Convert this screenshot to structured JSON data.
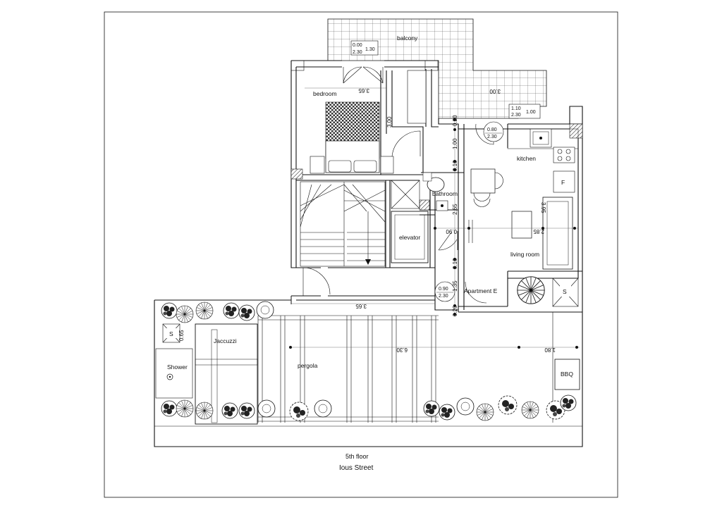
{
  "labels": {
    "balcony": "balcony",
    "bedroom": "bedroom",
    "kitchen": "kitchen",
    "bathroom": "bathroom",
    "elevator": "elevator",
    "living_room": "living room",
    "apartment": "Apartment E",
    "jaccuzzi": "Jaccuzzi",
    "shower": "Shower",
    "pergola": "pergola",
    "bbq": "BBQ",
    "fridge": "F",
    "s1": "S",
    "s2": "S"
  },
  "dimensions": {
    "d_bedroom_width": "3.65",
    "d_balcony_right": "3.00",
    "d_bedroom_height": "3.00",
    "d_020_top": "0.20",
    "d_100": "1.00",
    "d_010_a": "0.10",
    "d_265": "2.65",
    "d_010_b": "0.10",
    "d_135": "1.35",
    "d_020_bottom": "0.20",
    "d_090": "0.90",
    "d_285": "2.85",
    "d_395": "3.95",
    "d_terrace_left": "3.65",
    "d_630": "6.30",
    "d_180": "1.80",
    "d_065": "0.65"
  },
  "door_tags": {
    "balcony_tag": [
      "0.00",
      "2.30",
      "1.30"
    ],
    "window_tag": [
      "1.10",
      "2.30",
      "1.00"
    ],
    "door_bath": [
      "0.80",
      "2.30"
    ],
    "door_entry": [
      "0.90",
      "2.30"
    ]
  },
  "footer": {
    "floor": "5th floor",
    "street": "Ious Street"
  }
}
